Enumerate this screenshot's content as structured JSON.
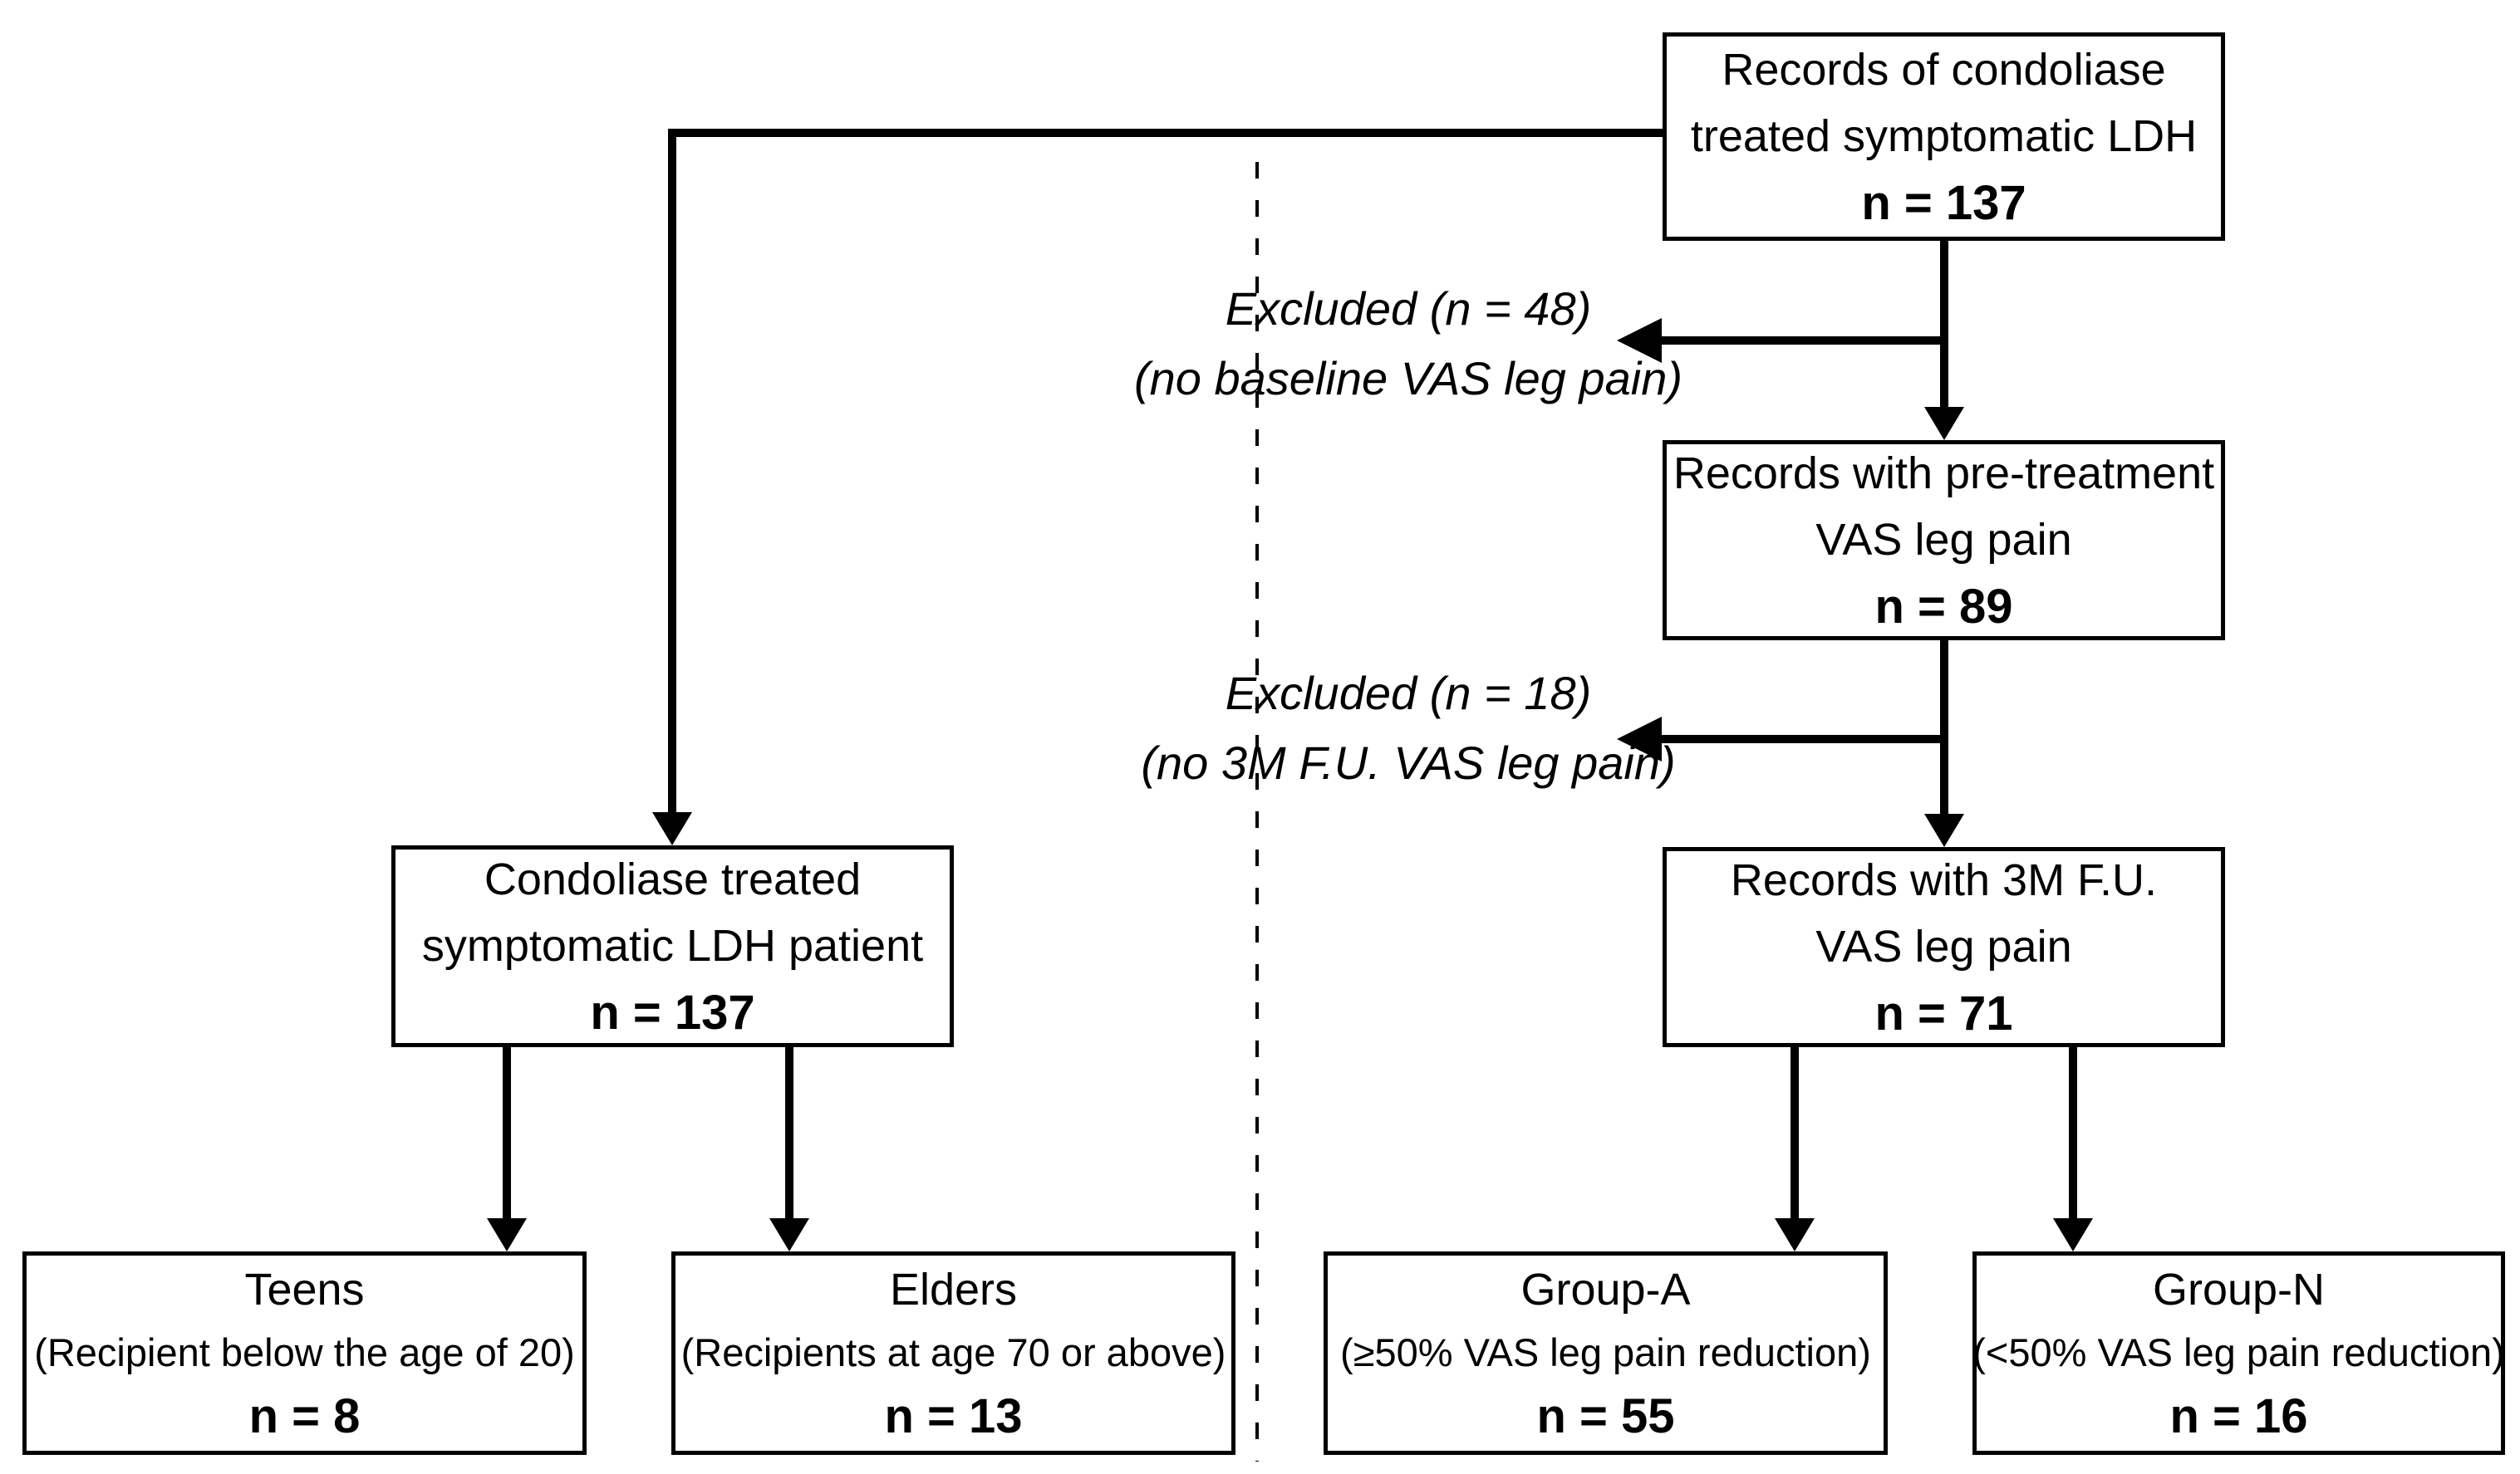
{
  "diagram": {
    "boxes": {
      "records_ldh": {
        "line1": "Records of condoliase",
        "line2": "treated symptomatic LDH",
        "n": "n = 137"
      },
      "pretreatment": {
        "line1": "Records with pre-treatment",
        "line2": "VAS leg pain",
        "n": "n = 89"
      },
      "fu_3m": {
        "line1": "Records with 3M F.U.",
        "line2": "VAS leg pain",
        "n": "n = 71"
      },
      "patient": {
        "line1": "Condoliase treated",
        "line2": "symptomatic LDH patient",
        "n": "n = 137"
      },
      "teens": {
        "title": "Teens",
        "criteria": "(Recipient below the age of 20)",
        "n": "n = 8"
      },
      "elders": {
        "title": "Elders",
        "criteria": "(Recipients at age 70 or above)",
        "n": "n = 13"
      },
      "group_a": {
        "title": "Group-A",
        "criteria": "(≥50% VAS leg pain reduction)",
        "n": "n = 55"
      },
      "group_n": {
        "title": "Group-N",
        "criteria": "(<50% VAS leg pain reduction)",
        "n": "n = 16"
      }
    },
    "exclusions": {
      "first": {
        "line1": "Excluded (n = 48)",
        "line2": "(no baseline VAS leg pain)"
      },
      "second": {
        "line1": "Excluded (n = 18)",
        "line2": "(no 3M F.U. VAS leg pain)"
      }
    },
    "colors": {
      "line": "#000000",
      "background": "#ffffff"
    }
  }
}
